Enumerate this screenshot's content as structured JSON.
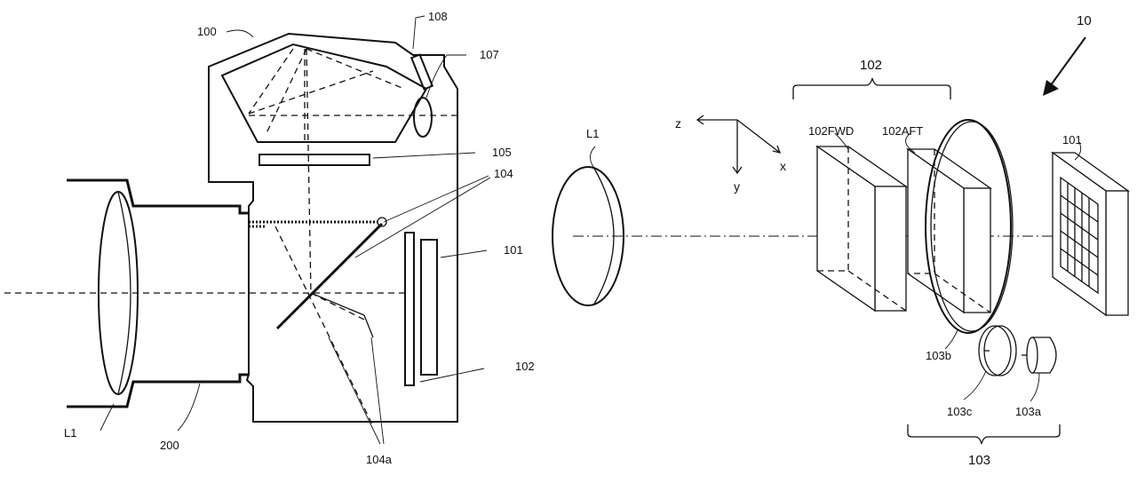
{
  "figure": {
    "labels": {
      "l1_left": "L1",
      "body_200": "200",
      "ref_100": "100",
      "ref_108": "108",
      "ref_107": "107",
      "ref_105": "105",
      "ref_104": "104",
      "ref_101_left": "101",
      "ref_102_left": "102",
      "ref_104a": "104a",
      "l1_right": "L1",
      "axis_z": "z",
      "axis_x": "x",
      "axis_y": "y",
      "ref_102_group": "102",
      "ref_102fwd": "102FWD",
      "ref_102aft": "102AFT",
      "ref_101_right": "101",
      "ref_10": "10",
      "ref_103b": "103b",
      "ref_103c": "103c",
      "ref_103a": "103a",
      "ref_103": "103"
    }
  }
}
